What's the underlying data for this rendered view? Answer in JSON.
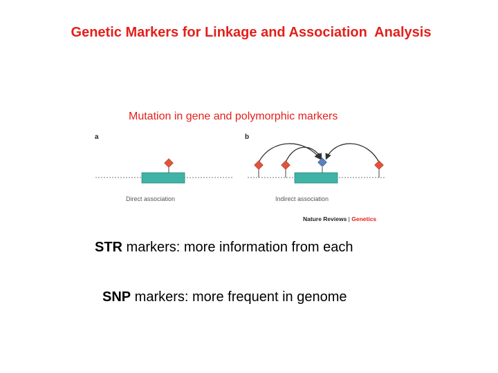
{
  "title": "Genetic Markers for Linkage and Association  Analysis",
  "subtitle": "Mutation in gene and polymorphic markers",
  "figure": {
    "panel_a": {
      "letter": "a",
      "caption": "Direct association"
    },
    "panel_b": {
      "letter": "b",
      "caption": "Indirect association"
    },
    "credit_journal_prefix": "Nature Reviews",
    "credit_separator": " | ",
    "credit_journal_name": "Genetics",
    "colors": {
      "gene_box": "#3fb3a5",
      "marker_red": "#e0553a",
      "marker_blue": "#5a7fc2",
      "arrow": "#333333"
    }
  },
  "bullets": [
    {
      "bold": "STR",
      "text": " markers: more information from each"
    },
    {
      "bold": "SNP",
      "text": " markers: more frequent in genome"
    }
  ]
}
